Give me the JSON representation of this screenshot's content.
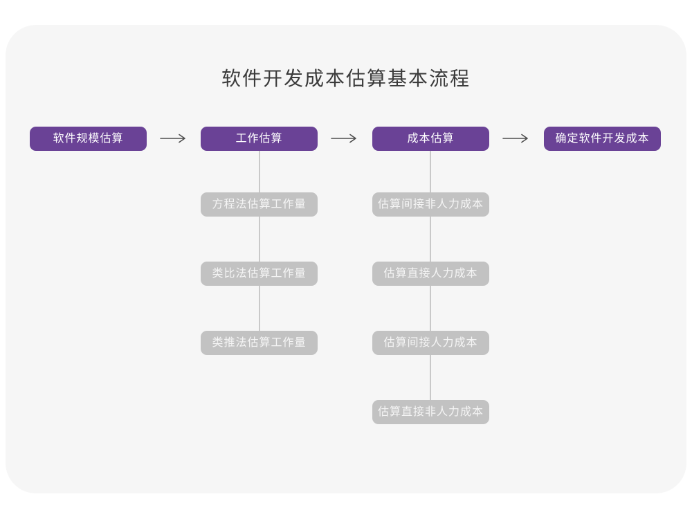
{
  "title": "软件开发成本估算基本流程",
  "flow": {
    "main_steps": [
      {
        "label": "软件规模估算"
      },
      {
        "label": "工作估算"
      },
      {
        "label": "成本估算"
      },
      {
        "label": "确定软件开发成本"
      }
    ],
    "work_estimation_methods": [
      {
        "label": "方程法估算工作量"
      },
      {
        "label": "类比法估算工作量"
      },
      {
        "label": "类推法估算工作量"
      }
    ],
    "cost_estimation_steps": [
      {
        "label": "估算间接非人力成本"
      },
      {
        "label": "估算直接人力成本"
      },
      {
        "label": "估算间接人力成本"
      },
      {
        "label": "估算直接非人力成本"
      }
    ]
  },
  "icons": {
    "right_arrow": "right-arrow-icon"
  },
  "colors": {
    "page_background": "#ffffff",
    "card_background": "#f6f6f6",
    "primary_node": "#6a4296",
    "primary_node_text": "#ffffff",
    "secondary_node": "#c2c2c2",
    "secondary_node_text": "#f5f5f5",
    "connector_line": "#c9c9c9",
    "arrow": "#4d4d4d",
    "title_text": "#3b3b3b"
  }
}
